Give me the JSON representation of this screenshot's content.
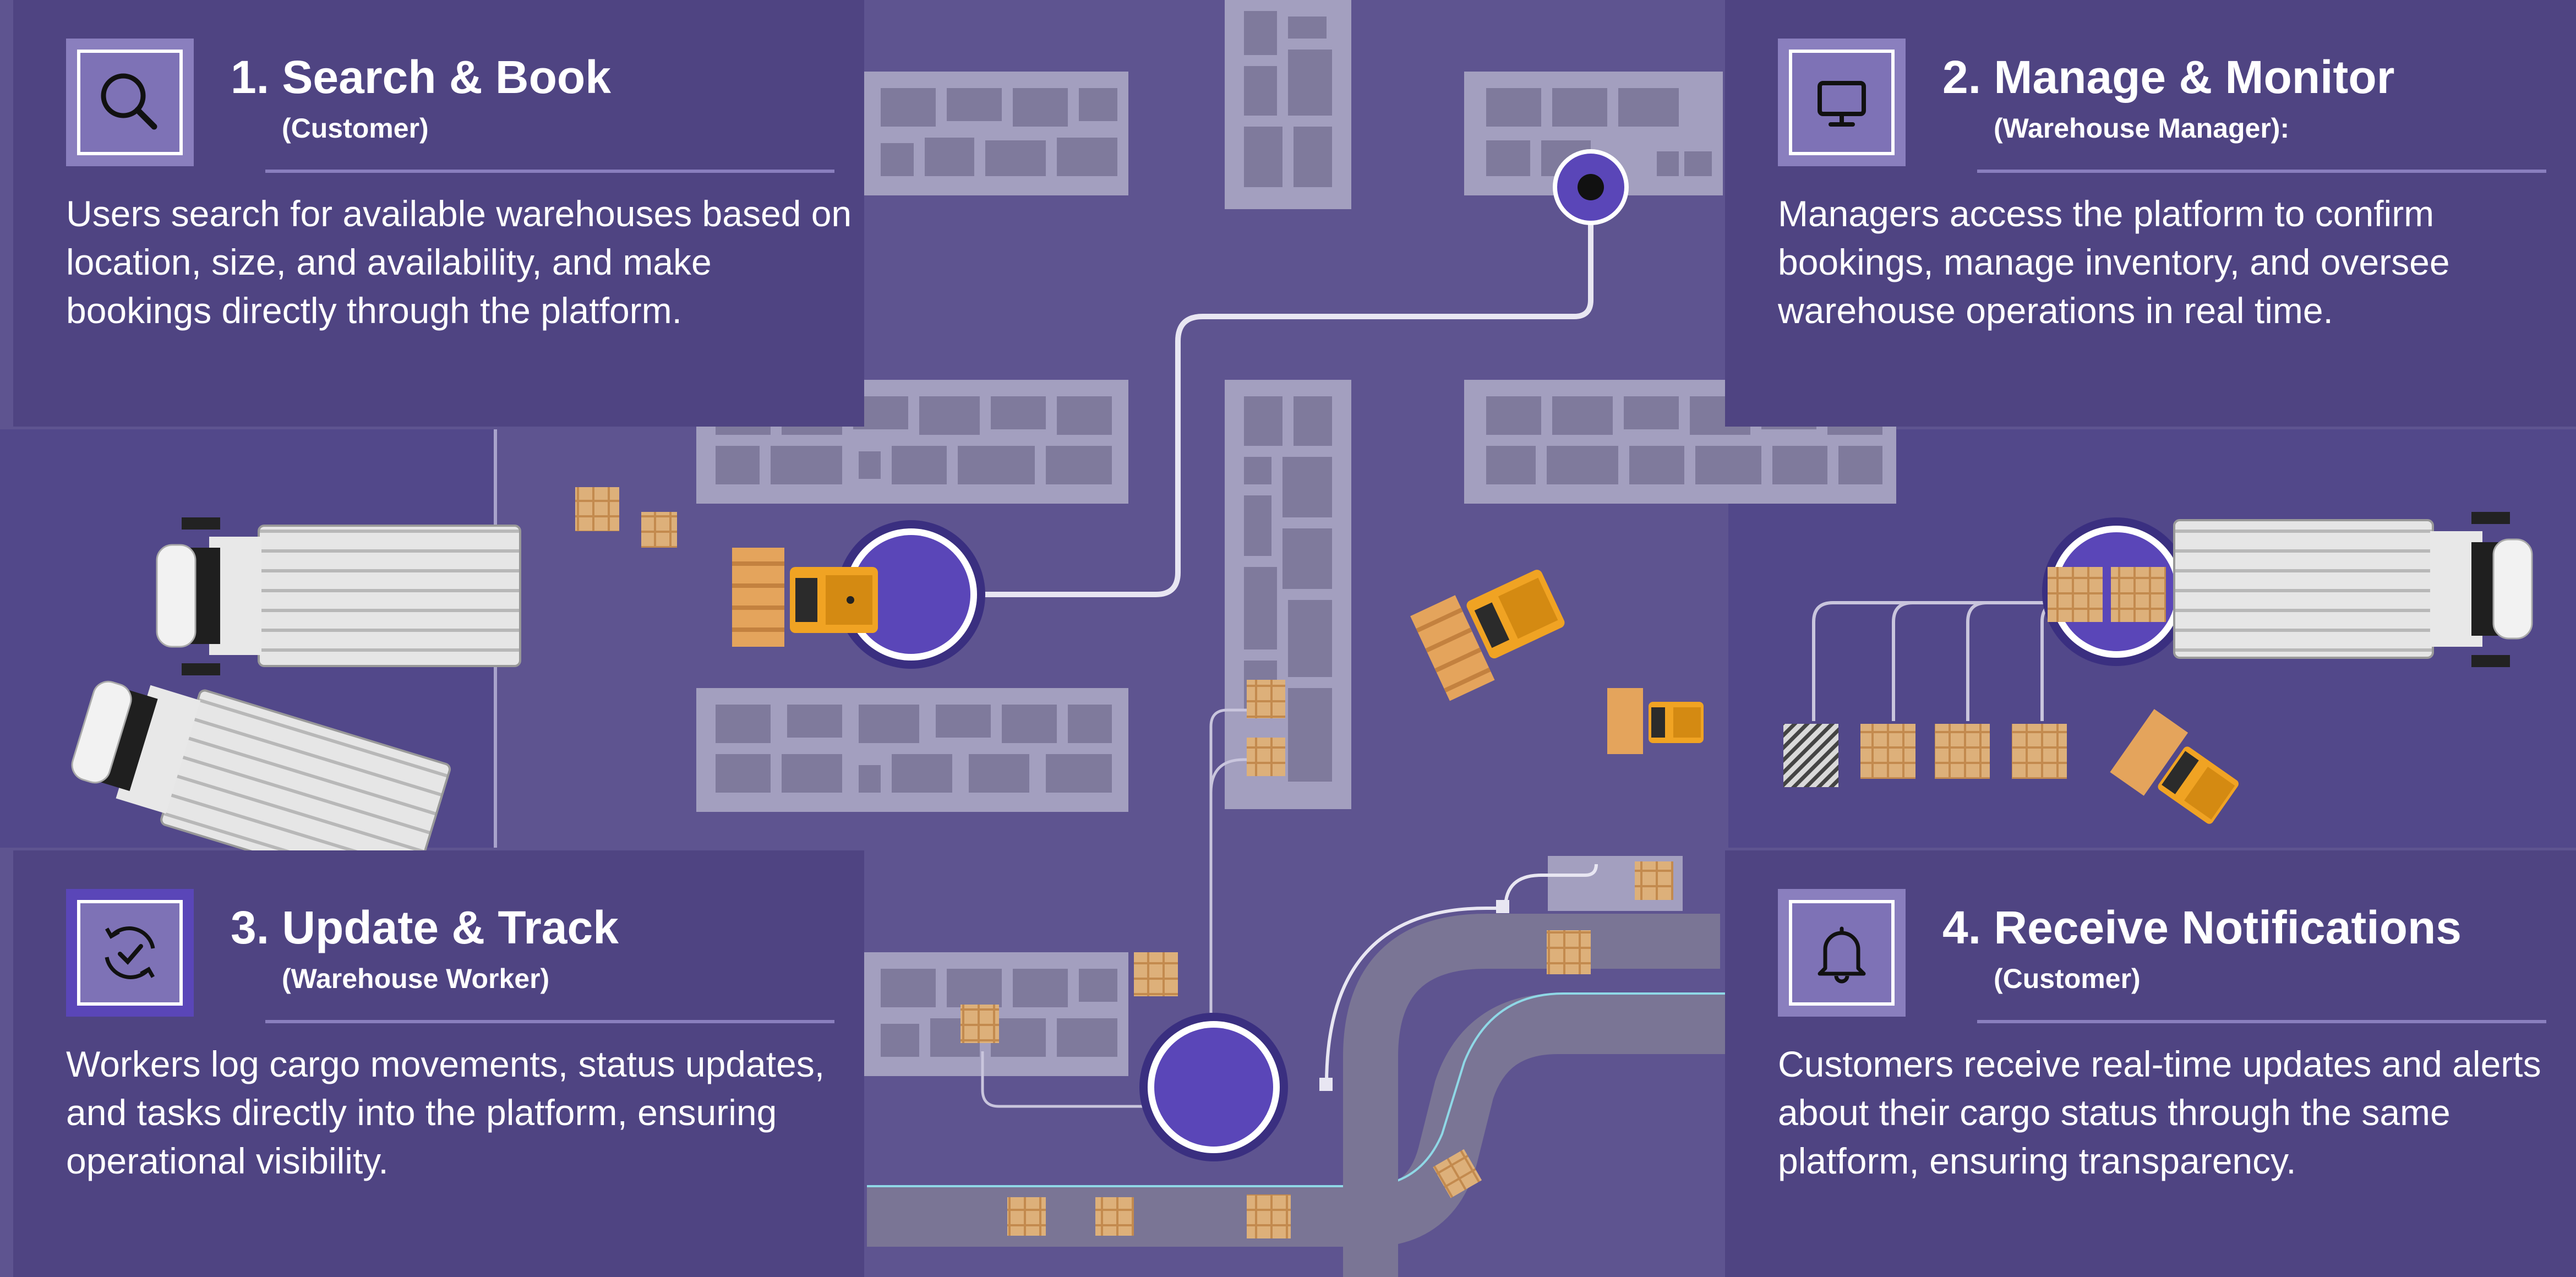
{
  "steps": [
    {
      "icon": "search-icon",
      "title": "1. Search & Book",
      "role": "(Customer)",
      "description": "Users search for available warehouses based on location, size, and availability, and make bookings directly through the platform."
    },
    {
      "icon": "monitor-icon",
      "title": "2. Manage & Monitor",
      "role": "(Warehouse Manager):",
      "description": "Managers access the platform to confirm bookings, manage inventory, and oversee warehouse operations in real time."
    },
    {
      "icon": "refresh-check-icon",
      "title": "3. Update & Track",
      "role": "(Warehouse Worker)",
      "description": "Workers log cargo movements, status updates, and tasks directly into the platform, ensuring operational visibility."
    },
    {
      "icon": "bell-icon",
      "title": "4. Receive Notifications",
      "role": "(Customer)",
      "description": "Customers receive real-time updates and alerts about their cargo status through the same platform, ensuring transparency."
    }
  ],
  "colors": {
    "floor": "#5e5490",
    "panel": "#4f4482",
    "rack": "#a39fbf",
    "node": "#5a46b8",
    "forklift": "#f0a323",
    "box": "#ddb07a"
  }
}
